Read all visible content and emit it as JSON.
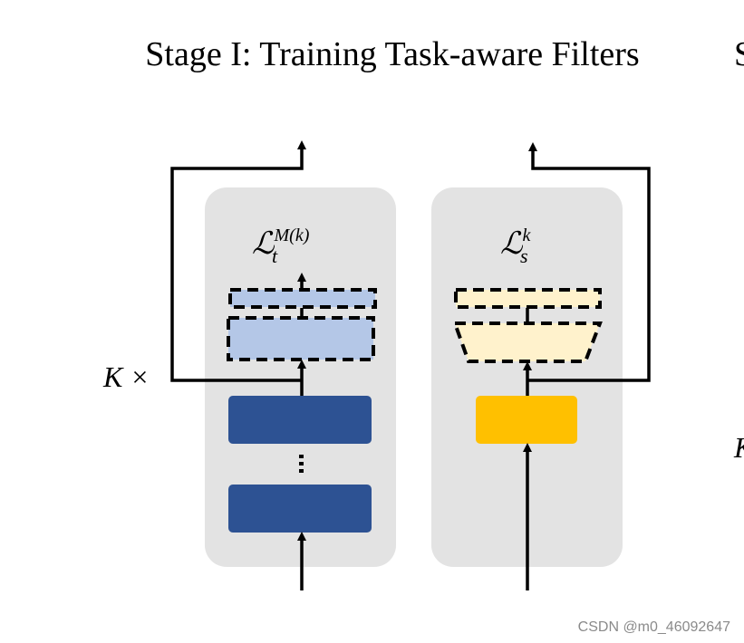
{
  "title": {
    "main": "Stage I: Training Task-aware Filters",
    "cut_next": "S"
  },
  "labels": {
    "k_times": "K ×",
    "cut_right_letter": "K"
  },
  "loss_teacher": {
    "base": "ℒ",
    "sup": "M(k)",
    "sub": "t"
  },
  "loss_student": {
    "base": "ℒ",
    "sup": "k",
    "sub": "s"
  },
  "watermark": "CSDN @m0_46092647",
  "colors": {
    "panel": "#e3e3e3",
    "teacher_block": "#2d5293",
    "teacher_filter": "#b4c7e7",
    "student_block": "#ffc000",
    "student_filter": "#fff2cc",
    "line": "#000000"
  }
}
